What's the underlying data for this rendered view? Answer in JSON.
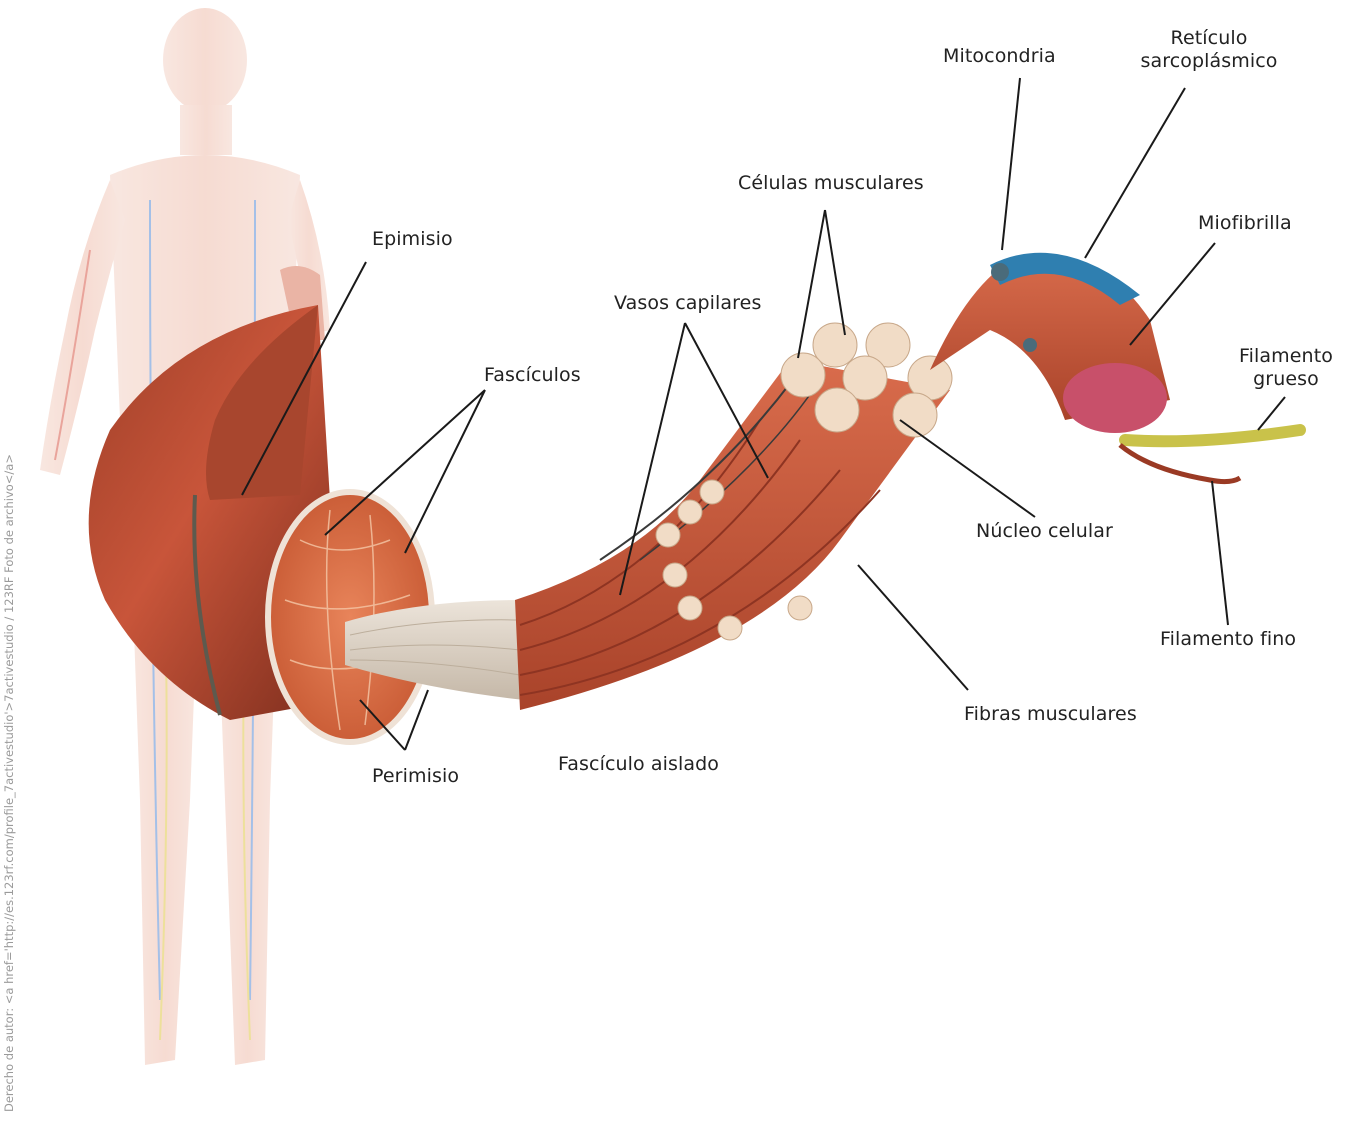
{
  "labels": {
    "epimisio": "Epimisio",
    "fasciculos": "Fascículos",
    "perimisio": "Perimisio",
    "fasciculo_aislado": "Fascículo aislado",
    "vasos_capilares": "Vasos capilares",
    "celulas_musculares": "Células musculares",
    "mitocondria": "Mitocondria",
    "reticulo_line1": "Retículo",
    "reticulo_line2": "sarcoplásmico",
    "miofibrilla": "Miofibrilla",
    "filamento_grueso_line1": "Filamento",
    "filamento_grueso_line2": "grueso",
    "nucleo_celular": "Núcleo celular",
    "fibras_musculares": "Fibras musculares",
    "filamento_fino": "Filamento fino"
  },
  "credit": "Derecho de autor: <a href='http://es.123rf.com/profile_7activestudio'>7activestudio / 123RF Foto de archivo</a>",
  "colors": {
    "muscle": "#c8553a",
    "muscle_dark": "#8e3422",
    "tendon": "#d9cfc3",
    "reticulum": "#2f7fb0",
    "filament_thick": "#c9c24a",
    "filament_thin": "#9a3a24",
    "text": "#222222"
  }
}
